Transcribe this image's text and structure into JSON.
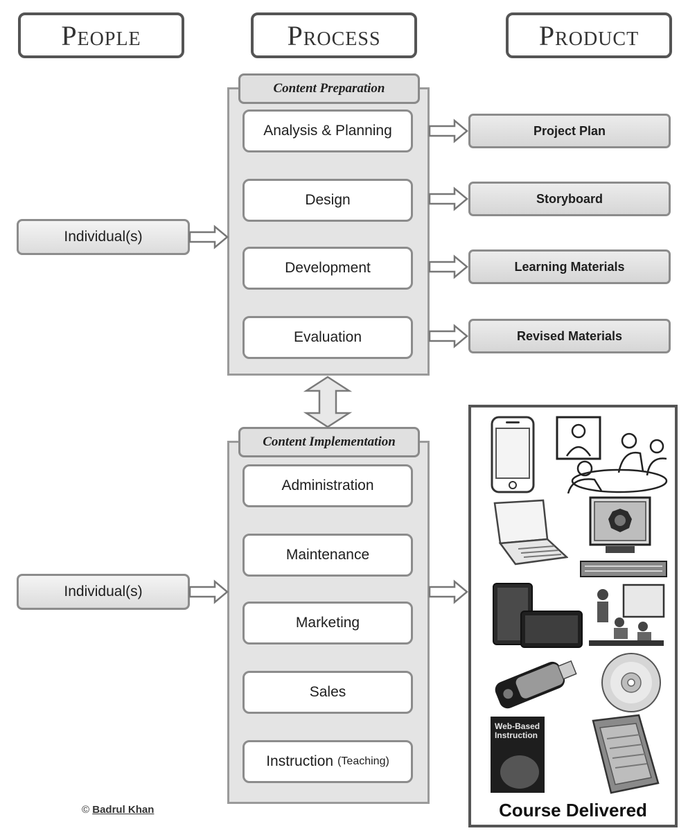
{
  "headers": {
    "people": "People",
    "process": "Process",
    "product": "Product"
  },
  "preparation": {
    "title": "Content Preparation",
    "steps": [
      "Analysis & Planning",
      "Design",
      "Development",
      "Evaluation"
    ],
    "people_label": "Individual(s)",
    "outputs": [
      "Project Plan",
      "Storyboard",
      "Learning Materials",
      "Revised Materials"
    ]
  },
  "implementation": {
    "title": "Content Implementation",
    "steps": [
      "Administration",
      "Maintenance",
      "Marketing",
      "Sales"
    ],
    "instruction_main": "Instruction",
    "instruction_note": "(Teaching)",
    "people_label": "Individual(s)"
  },
  "delivery": {
    "title": "Course Delivered",
    "book_cover_text": "Web-Based Instruction",
    "icons": [
      "smartphone-icon",
      "videoconference-icon",
      "laptop-icon",
      "desktop-computer-icon",
      "tablet-icon",
      "classroom-icon",
      "usb-drive-icon",
      "cd-disc-icon",
      "book-icon",
      "ebook-reader-icon"
    ]
  },
  "footer": {
    "symbol": "©",
    "author": "Badrul Khan"
  },
  "colors": {
    "panel_gray": "#e4e4e4",
    "border_dark": "#555555",
    "border_mid": "#8c8c8c"
  }
}
